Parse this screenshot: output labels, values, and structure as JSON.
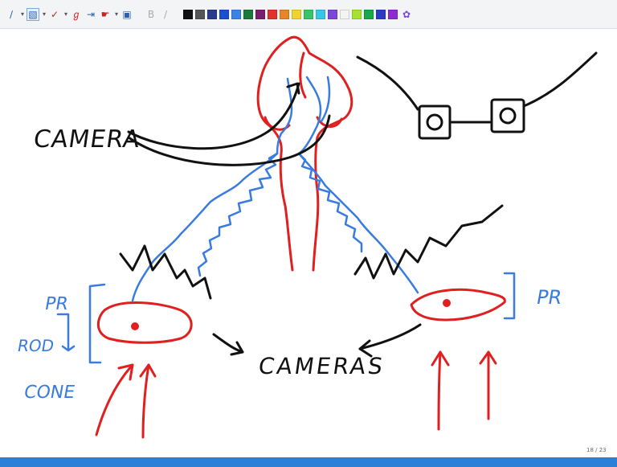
{
  "toolbar": {
    "tools": [
      {
        "icon": "pen-icon",
        "glyph": "∕",
        "color": "#2b5fb3"
      },
      {
        "icon": "pen-dropdown-icon",
        "glyph": "▾",
        "color": "#555555"
      },
      {
        "icon": "highlighter-icon",
        "glyph": "▧",
        "color": "#2b5fb3"
      },
      {
        "icon": "highlighter-dropdown-icon",
        "glyph": "▾",
        "color": "#555555"
      },
      {
        "icon": "eraser-icon",
        "glyph": "✓",
        "color": "#cc2222"
      },
      {
        "icon": "eraser-dropdown-icon",
        "glyph": "▾",
        "color": "#555555"
      },
      {
        "icon": "lasso-icon",
        "glyph": "ℊ",
        "color": "#cc2222"
      },
      {
        "icon": "insert-space-icon",
        "glyph": "⇥",
        "color": "#2b5fb3"
      },
      {
        "icon": "hand-icon",
        "glyph": "☛",
        "color": "#cc2222"
      },
      {
        "icon": "hand-dropdown-icon",
        "glyph": "▾",
        "color": "#555555"
      },
      {
        "icon": "image-icon",
        "glyph": "▣",
        "color": "#2b5fb3"
      },
      {
        "icon": "bold-icon",
        "glyph": "B",
        "color": "#aaaaaa"
      },
      {
        "icon": "italic-icon",
        "glyph": "/",
        "color": "#aaaaaa"
      }
    ],
    "colors": [
      "#111111",
      "#555555",
      "#2a3a8f",
      "#1b4fd1",
      "#3b82e6",
      "#1a7a3a",
      "#7a1f6e",
      "#e3312b",
      "#e7852b",
      "#f2d22e",
      "#38c46a",
      "#35c7e8",
      "#7d45d8",
      "#f4f4f4",
      "#a6e22e",
      "#17a84a",
      "#2b3cc2",
      "#8e2bd2"
    ],
    "more_colors_icon": "palette-icon"
  },
  "annotations": {
    "camera_label": "CAMERA",
    "cameras_label": "CAMERAS",
    "pr_left_label": "PR",
    "rod_label": "ROD",
    "cone_label": "CONE",
    "pr_right_label": "PR"
  },
  "status": {
    "page_indicator": "18 / 23"
  },
  "ink_colors": {
    "black": "#111111",
    "red": "#e02020",
    "blue": "#3a7be0"
  }
}
